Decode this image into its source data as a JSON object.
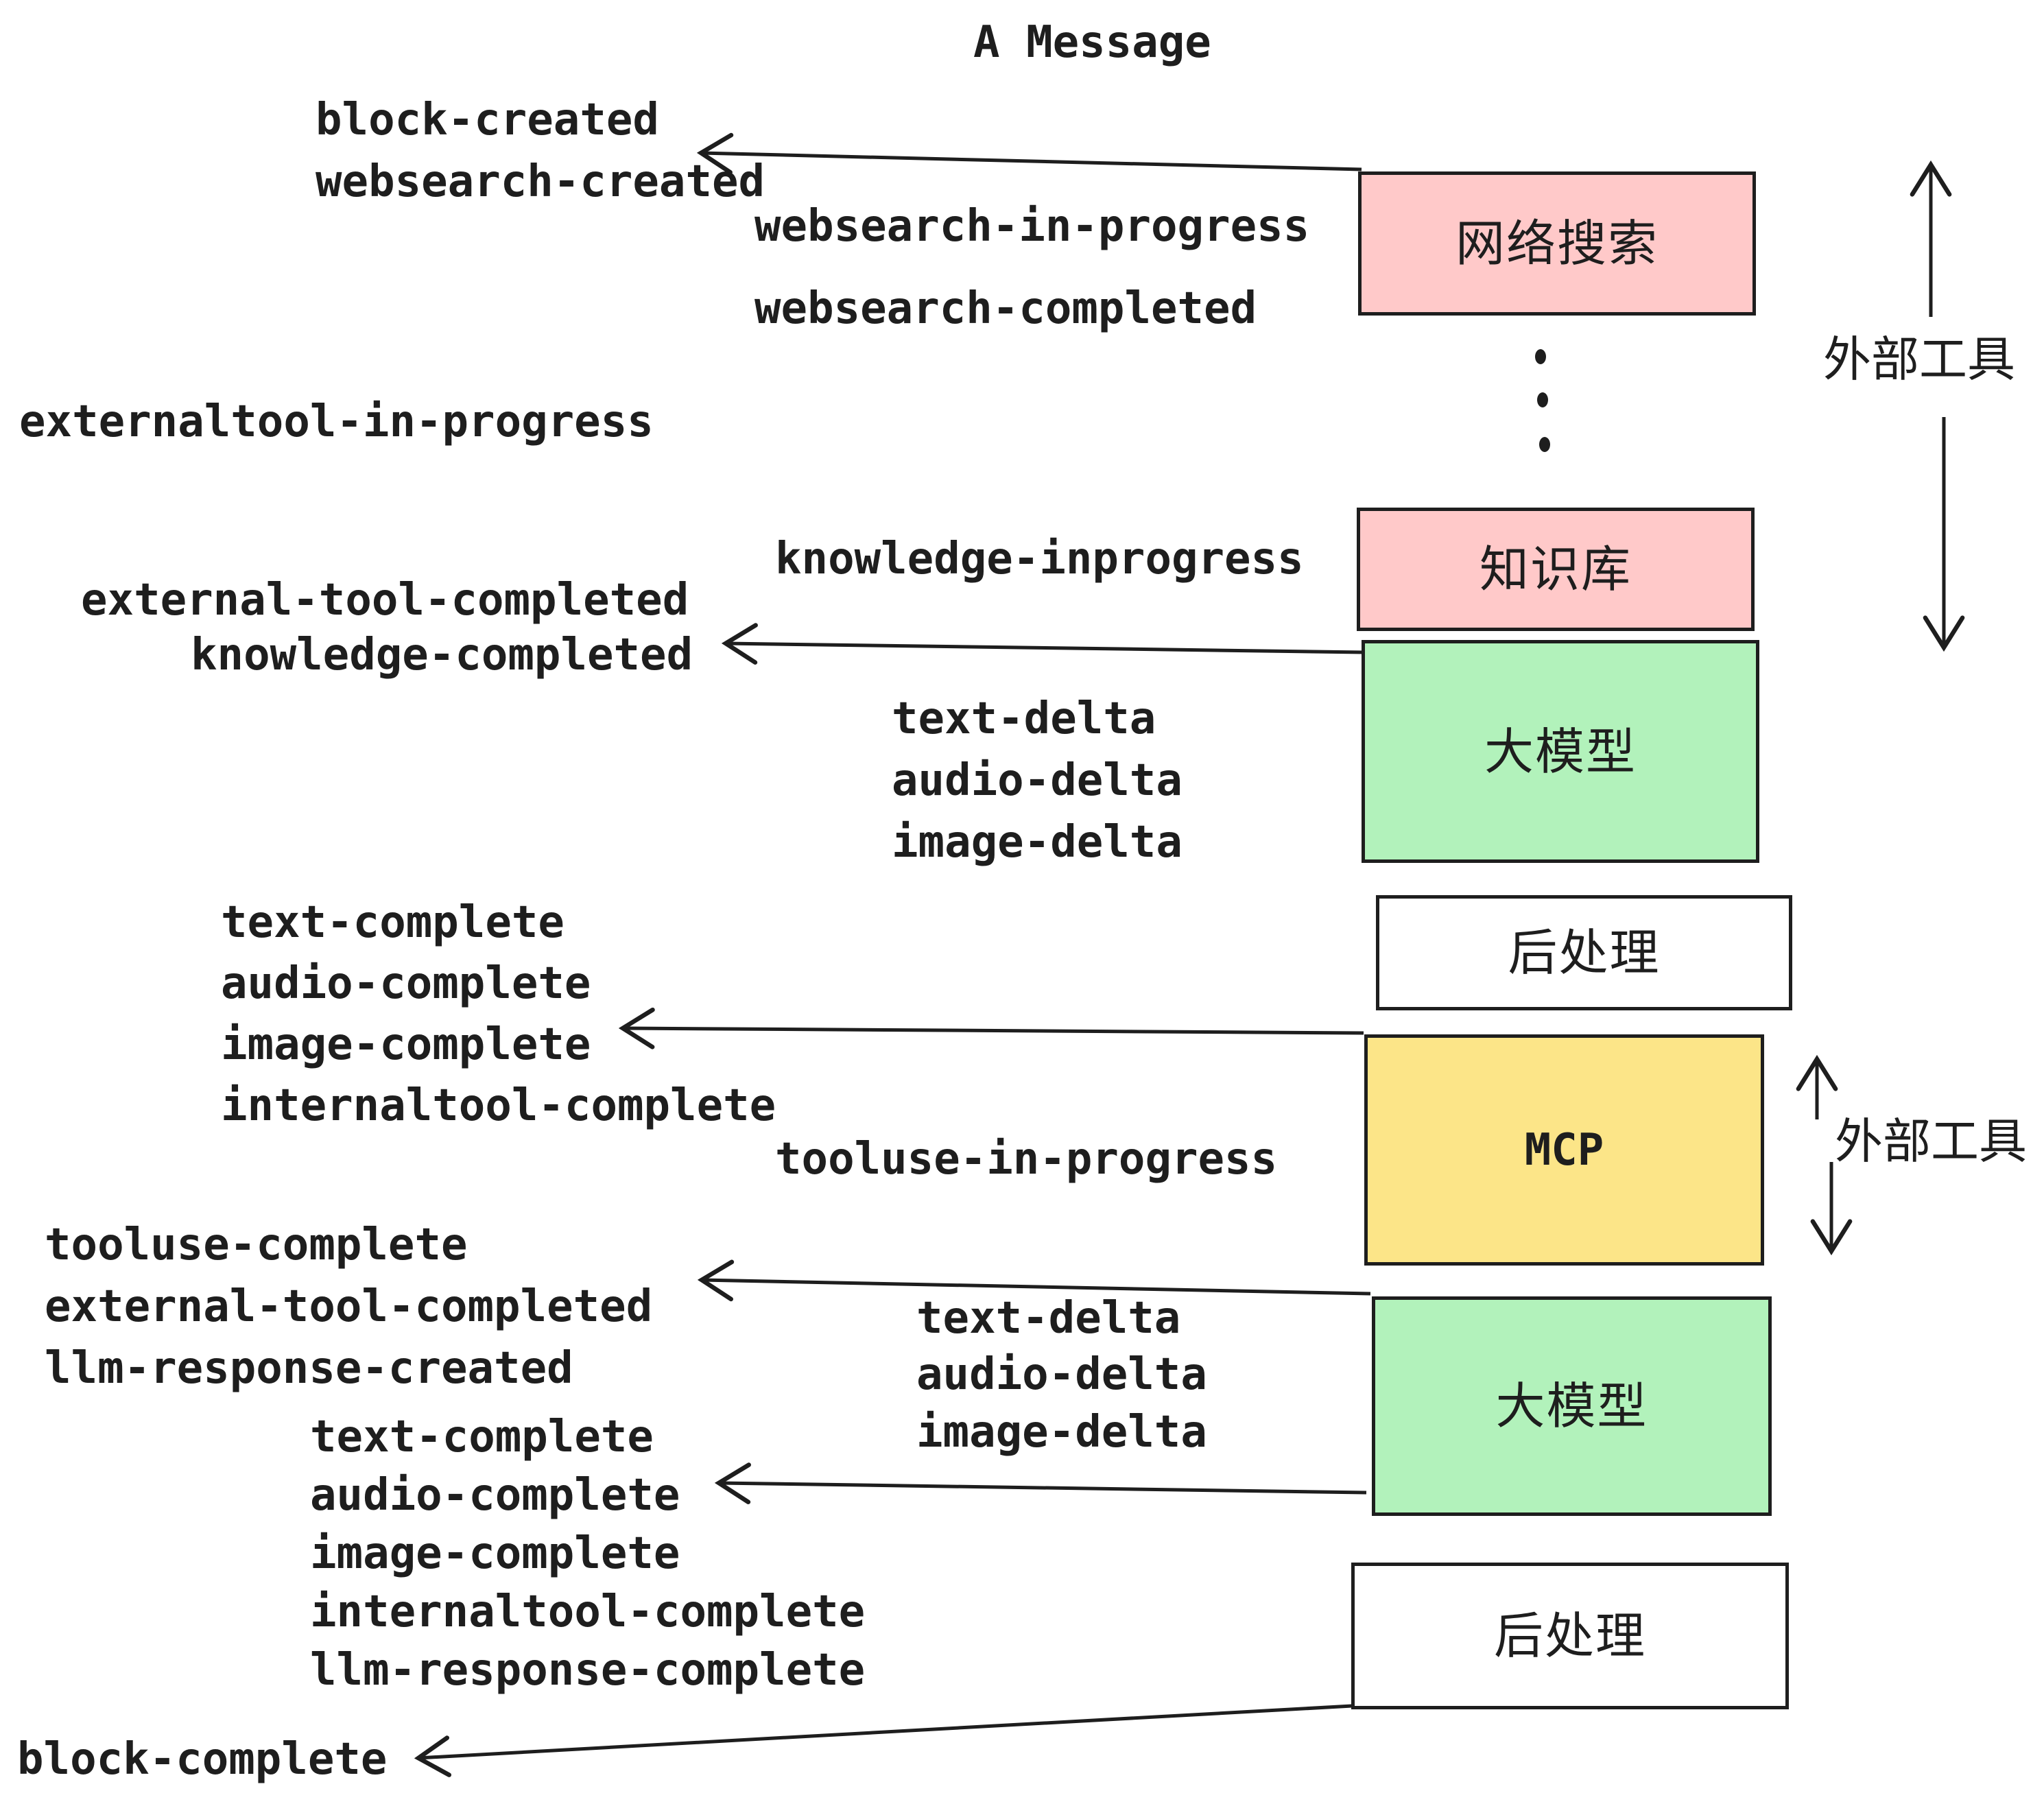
{
  "title": "A Message",
  "colors": {
    "ink": "#1e1e1e",
    "box_pink": "#ffc9c9",
    "box_green": "#b2f2bb",
    "box_yellow": "#fce588",
    "box_white": "#ffffff",
    "background": "#ffffff"
  },
  "boxes": [
    {
      "label": "网络搜索",
      "fill": "pink"
    },
    {
      "label": "知识库",
      "fill": "pink"
    },
    {
      "label": "大模型",
      "fill": "green"
    },
    {
      "label": "后处理",
      "fill": "white"
    },
    {
      "label": "MCP",
      "fill": "yellow"
    },
    {
      "label": "大模型",
      "fill": "green"
    },
    {
      "label": "后处理",
      "fill": "white"
    }
  ],
  "side_labels": [
    {
      "label": "外部工具"
    },
    {
      "label": "外部工具"
    }
  ],
  "events": [
    "block-created",
    "websearch-created",
    "websearch-in-progress",
    "websearch-completed",
    "externaltool-in-progress",
    "knowledge-inprogress",
    "external-tool-completed",
    "knowledge-completed",
    "text-delta",
    "audio-delta",
    "image-delta",
    "text-complete",
    "audio-complete",
    "image-complete",
    "internaltool-complete",
    "tooluse-in-progress",
    "tooluse-complete",
    "external-tool-completed",
    "llm-response-created",
    "text-delta",
    "audio-delta",
    "image-delta",
    "text-complete",
    "audio-complete",
    "image-complete",
    "internaltool-complete",
    "llm-response-complete",
    "block-complete"
  ]
}
